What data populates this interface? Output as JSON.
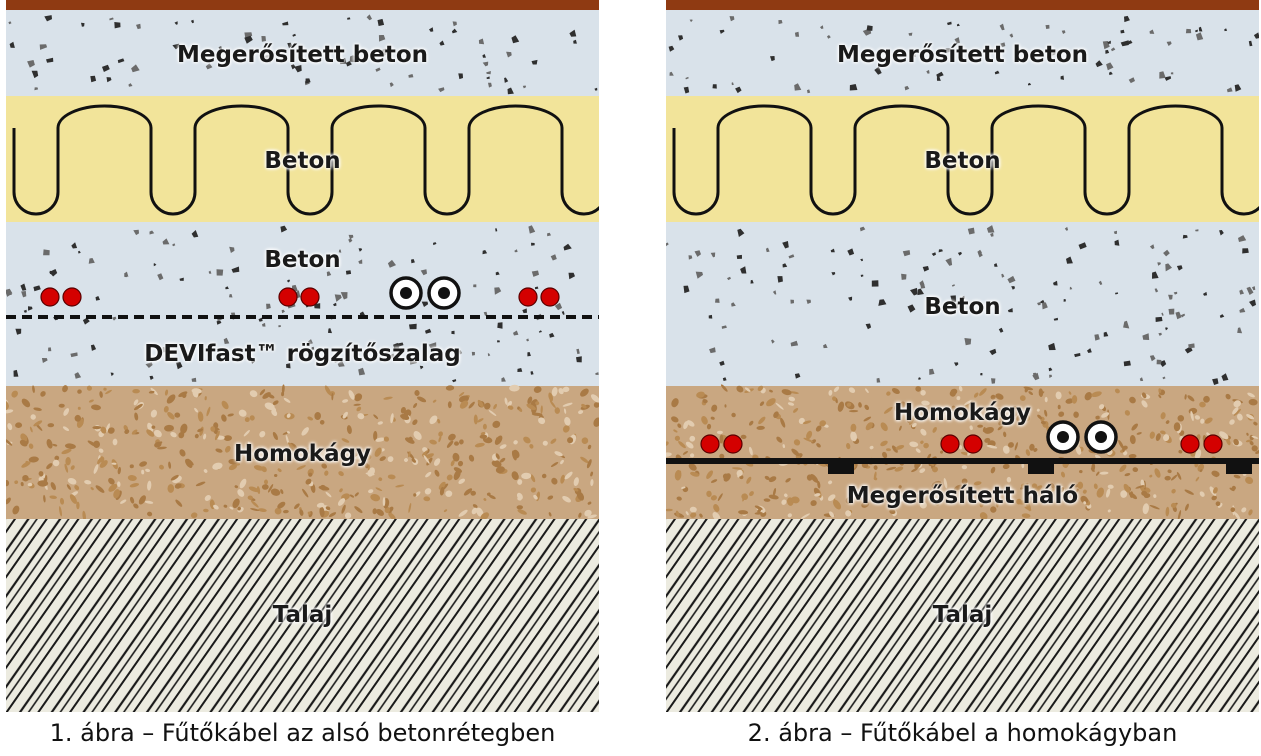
{
  "colors": {
    "top_strip": "#8f3a12",
    "reinforced_concrete": "#d9e2ea",
    "yellow_concrete": "#f2e49a",
    "sand": "#c9a781",
    "sand_grain": "#a97a45",
    "soil": "#ecebe0",
    "heating_cable": "#d40000",
    "aggregate": "#3a3a3a"
  },
  "figure1": {
    "label_reinforced_concrete": "Megerősített beton",
    "label_concrete_top": "Beton",
    "label_concrete_lower": "Beton",
    "label_devifast": "DEVIfast™ rögzítőszalag",
    "label_sand": "Homokágy",
    "label_soil": "Talaj",
    "caption": "1. ábra – Fűtőkábel az alsó betonrétegben"
  },
  "figure2": {
    "label_reinforced_concrete": "Megerősített beton",
    "label_concrete_top": "Beton",
    "label_concrete_lower": "Beton",
    "label_sand": "Homokágy",
    "label_mesh": "Megerősített háló",
    "label_soil": "Talaj",
    "caption": "2. ábra – Fűtőkábel a homokágyban"
  }
}
